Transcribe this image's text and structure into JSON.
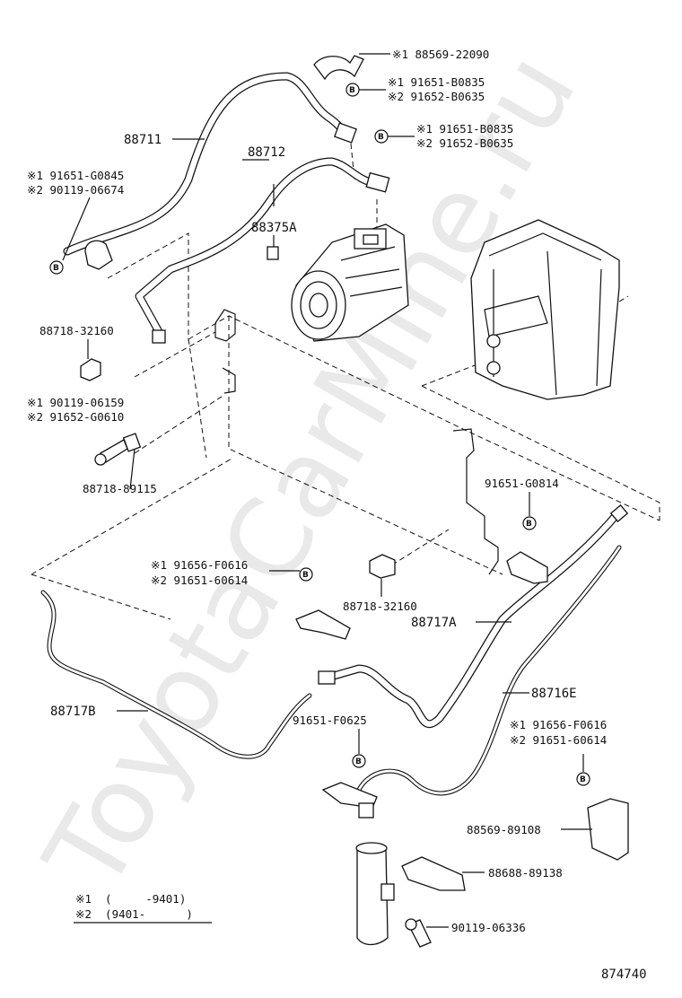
{
  "watermark": "ToyotaCarMine.ru",
  "figure_number": "874740",
  "bolt_marker": "B",
  "labels": {
    "p88569_22090": "※1 88569-22090",
    "p91651_b0835_a": "※1 91651-B0835",
    "p91652_b0635_a": "※2 91652-B0635",
    "p91651_b0835_b": "※1 91651-B0835",
    "p91652_b0635_b": "※2 91652-B0635",
    "p88711": "88711",
    "p88712": "88712",
    "p91651_g0845": "※1 91651-G0845",
    "p90119_06674": "※2 90119-06674",
    "p88375a": "88375A",
    "p88718_32160_a": "88718-32160",
    "p90119_06159": "※1 90119-06159",
    "p91652_g0610": "※2 91652-G0610",
    "p88718_89115": "88718-89115",
    "p91651_g0814": "91651-G0814",
    "p91656_f0616_a": "※1 91656-F0616",
    "p91651_60614_a": "※2 91651-60614",
    "p88718_32160_b": "88718-32160",
    "p88717a": "88717A",
    "p88717b": "88717B",
    "p88716e": "88716E",
    "p91651_f0625": "91651-F0625",
    "p91656_f0616_b": "※1 91656-F0616",
    "p91651_60614_b": "※2 91651-60614",
    "p88569_89108": "88569-89108",
    "p88688_89138": "88688-89138",
    "p90119_06336": "90119-06336"
  },
  "legend": {
    "line1": "※1  (     -9401)",
    "line2": "※2  (9401-      )"
  }
}
